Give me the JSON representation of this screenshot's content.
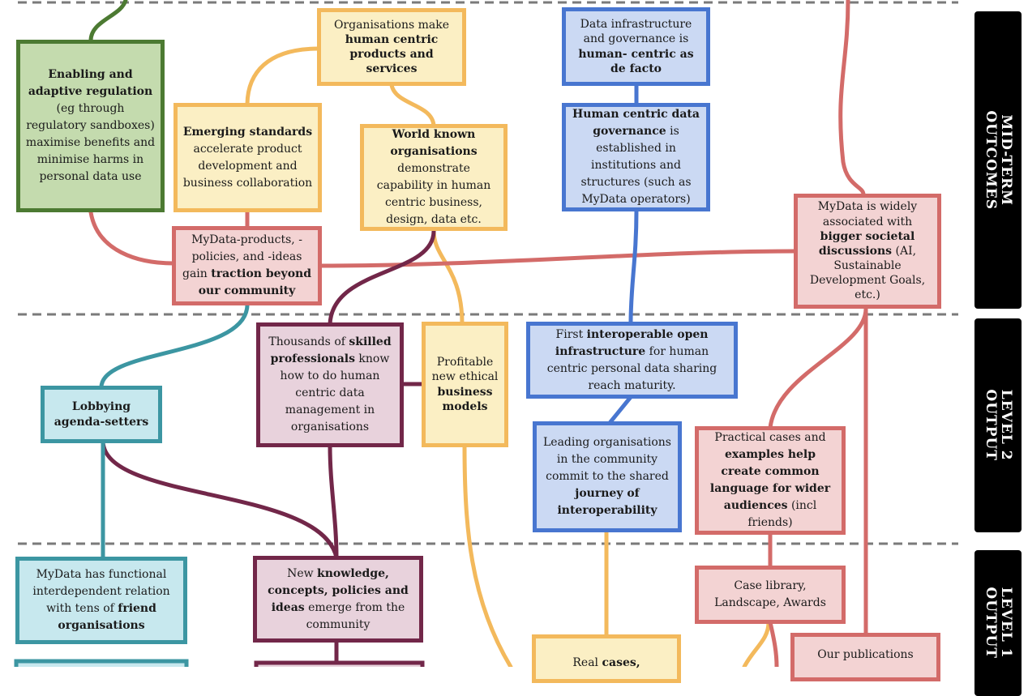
{
  "levels": {
    "mid_term": [
      "MID-TERM",
      "OUTCOMES"
    ],
    "level2": [
      "LEVEL 2",
      "OUTPUT"
    ],
    "level1": [
      "LEVEL 1",
      "OUTPUT"
    ]
  },
  "boxes": {
    "enabling_regulation": [
      {
        "t": "Enabling  and adaptive regulation",
        "b": true
      },
      {
        "t": " (eg through regulatory sandboxes) maximise benefits and minimise harms in personal data use"
      }
    ],
    "human_centric_products": [
      {
        "t": "Organisations make "
      },
      {
        "t": "human centric products and services",
        "b": true
      }
    ],
    "emerging_standards": [
      {
        "t": "Emerging standards",
        "b": true
      },
      {
        "t": " accelerate product development and business collaboration"
      }
    ],
    "world_known_orgs": [
      {
        "t": "World known organisations",
        "b": true
      },
      {
        "t": " demonstrate capability in human centric business, design, data etc."
      }
    ],
    "data_infrastructure": [
      {
        "t": "Data infrastructure and governance is "
      },
      {
        "t": "human- centric as de facto",
        "b": true
      }
    ],
    "data_governance": [
      {
        "t": "Human centric data governance",
        "b": true
      },
      {
        "t": " is established in institutions and structures (such as MyData operators)"
      }
    ],
    "traction": [
      {
        "t": "MyData-products, -policies, and -ideas gain "
      },
      {
        "t": "traction beyond our community",
        "b": true
      }
    ],
    "societal_discussions": [
      {
        "t": "MyData is widely associated with "
      },
      {
        "t": "bigger societal discussions",
        "b": true
      },
      {
        "t": " (AI, Sustainable Development Goals, etc.)"
      }
    ],
    "skilled_professionals": [
      {
        "t": "Thousands of "
      },
      {
        "t": "skilled professionals",
        "b": true
      },
      {
        "t": " know how to do human centric data management in organisations"
      }
    ],
    "business_models": [
      {
        "t": "Profitable new ethical "
      },
      {
        "t": "business models",
        "b": true
      }
    ],
    "interoperable_infra": [
      {
        "t": "First "
      },
      {
        "t": "interoperable open infrastructure",
        "b": true
      },
      {
        "t": " for human centric personal data sharing reach maturity."
      }
    ],
    "lobbying": [
      {
        "t": "Lobbying agenda-setters",
        "b": true
      }
    ],
    "interoperability_journey": [
      {
        "t": "Leading organisations in the community commit to the shared "
      },
      {
        "t": "journey of interoperability",
        "b": true
      }
    ],
    "practical_cases": [
      {
        "t": "Practical cases and "
      },
      {
        "t": "examples help create common language for wider audiences",
        "b": true
      },
      {
        "t": " (incl friends)"
      }
    ],
    "friend_orgs": [
      {
        "t": "MyData has functional interdependent relation with tens of "
      },
      {
        "t": "friend organisations",
        "b": true
      }
    ],
    "new_knowledge": [
      {
        "t": "New "
      },
      {
        "t": "knowledge, concepts, policies and ideas",
        "b": true
      },
      {
        "t": " emerge from the community"
      }
    ],
    "case_library": [
      {
        "t": "Case library, Landscape, Awards"
      }
    ],
    "real_cases": [
      {
        "t": "Real "
      },
      {
        "t": "cases,",
        "b": true
      }
    ],
    "publications": [
      {
        "t": "Our publications"
      }
    ]
  },
  "colors": {
    "green": "#4c7a32",
    "yellow": "#f3b95c",
    "blue": "#4876d0",
    "red": "#d36b69",
    "purple": "#722749",
    "teal": "#3c96a2"
  }
}
